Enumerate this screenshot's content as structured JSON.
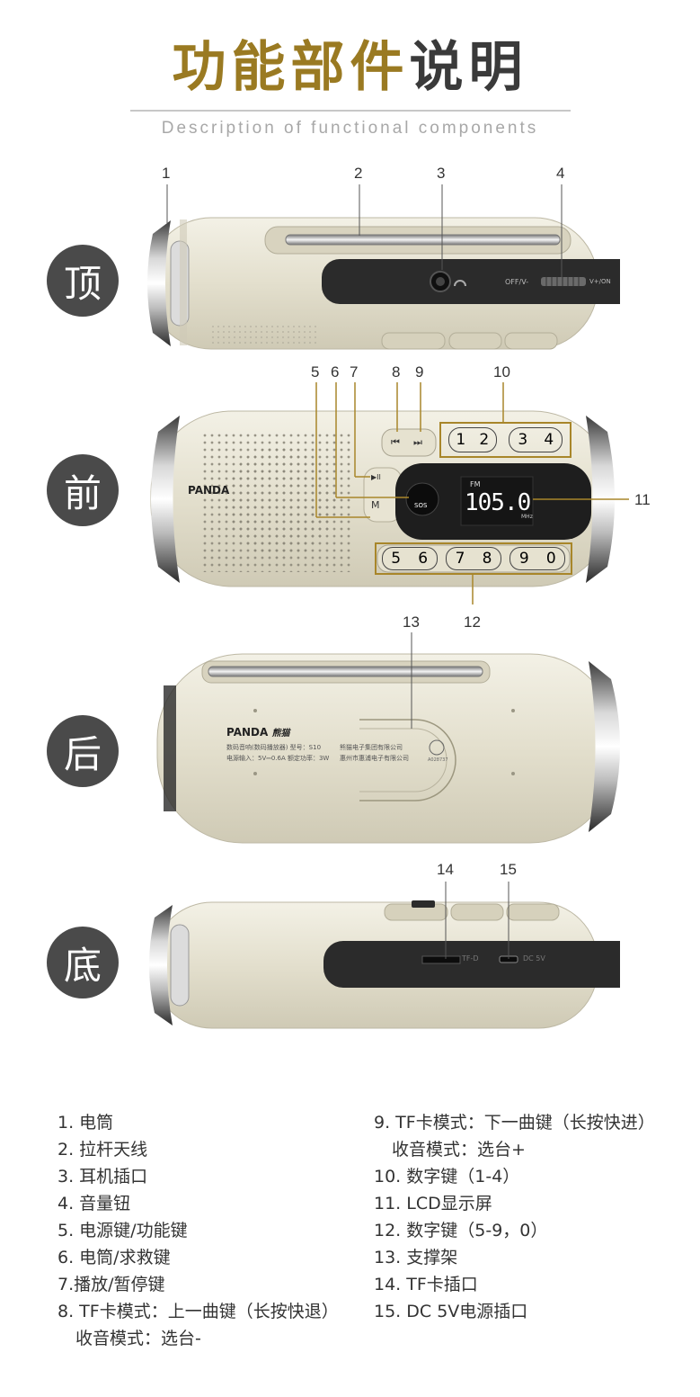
{
  "header": {
    "title_part1": "功能部件",
    "title_part2": "说明",
    "subtitle": "Description of functional components"
  },
  "views": {
    "top": "顶",
    "front": "前",
    "back": "后",
    "bottom": "底"
  },
  "callouts": [
    "1",
    "2",
    "3",
    "4",
    "5",
    "6",
    "7",
    "8",
    "9",
    "10",
    "11",
    "12",
    "13",
    "14",
    "15"
  ],
  "device_text": {
    "brand": "PANDA",
    "brand_cn": "熊猫",
    "sos": "SOS",
    "fm": "FM",
    "lcd_value": "105.0",
    "mhz": "MHz",
    "volume_label_left": "OFF/V-",
    "volume_label_right": "V+/ON",
    "tf_label": "TF-D",
    "dc_label": "DC 5V",
    "power_key": "M",
    "play_key": "▶II",
    "keys_top": [
      "1",
      "2",
      "3",
      "4"
    ],
    "keys_bottom": [
      "5",
      "6",
      "7",
      "8",
      "9",
      "0"
    ],
    "back_line1": "数码音响(数码播放器)  型号：S10",
    "back_line2": "电源输入：5V⎓0.6A   额定功率：3W",
    "back_company1": "熊猫电子集团有限公司",
    "back_company2": "惠州市惠浦电子有限公司",
    "cert": "A028737"
  },
  "legend_left": [
    {
      "text": "1. 电筒"
    },
    {
      "text": "2. 拉杆天线"
    },
    {
      "text": "3. 耳机插口"
    },
    {
      "text": "4. 音量钮"
    },
    {
      "text": "5. 电源键/功能键"
    },
    {
      "text": "6. 电筒/求救键"
    },
    {
      "text": "7.播放/暂停键"
    },
    {
      "text": "8. TF卡模式：上一曲键（长按快退）"
    },
    {
      "text": "收音模式：选台-",
      "sub": true
    }
  ],
  "legend_right": [
    {
      "text": "9. TF卡模式：下一曲键（长按快进）"
    },
    {
      "text": "收音模式：选台+",
      "sub": true
    },
    {
      "text": "10. 数字键（1-4）"
    },
    {
      "text": "11. LCD显示屏"
    },
    {
      "text": "12. 数字键（5-9，0）"
    },
    {
      "text": "13. 支撑架"
    },
    {
      "text": "14. TF卡插口"
    },
    {
      "text": "15. DC 5V电源插口"
    }
  ],
  "colors": {
    "title_gold": "#9a7a22",
    "body_champagne": "#e6e2d2",
    "strap_black": "#2b2b2b",
    "circle_gray": "#4a4a4a",
    "callout_box": "#a8862a",
    "lcd_orange": "#f07820"
  }
}
